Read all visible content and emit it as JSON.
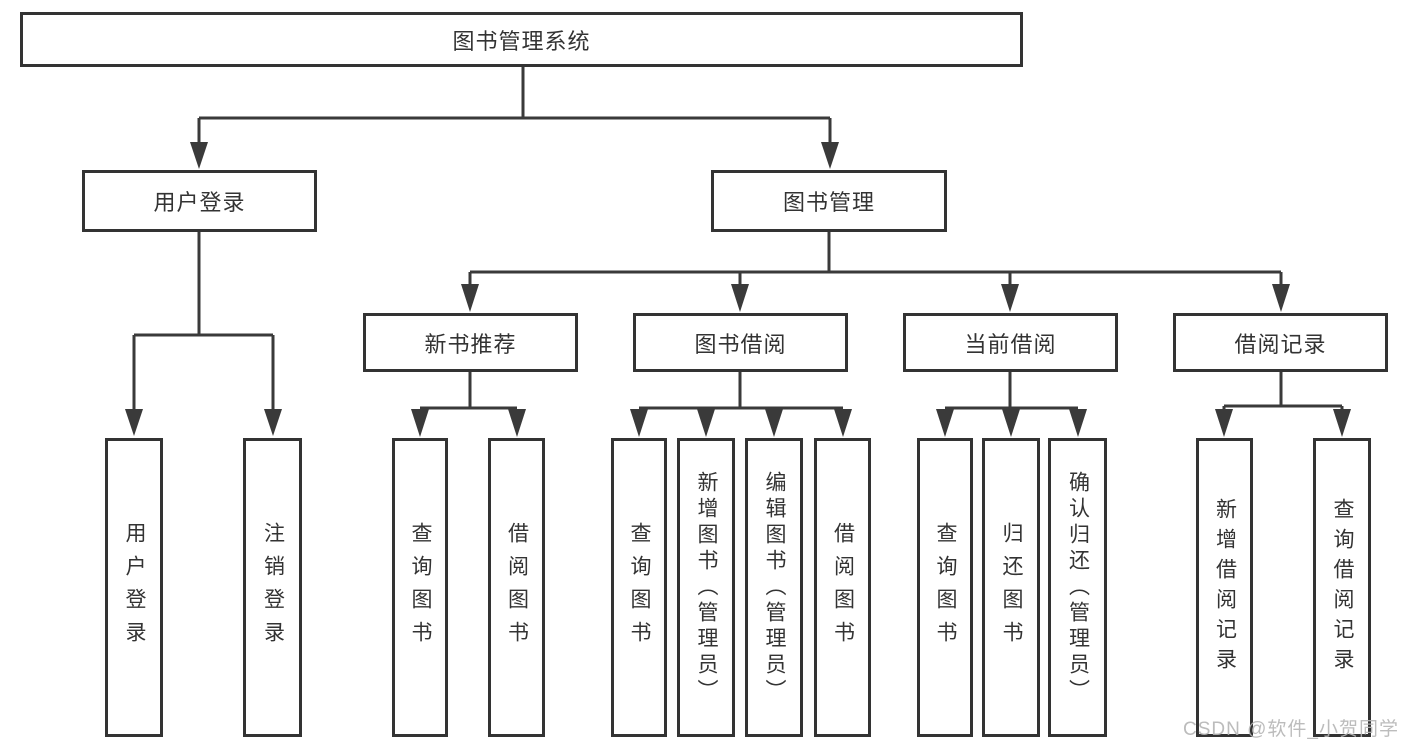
{
  "diagram": {
    "colors": {
      "line": "#3a3a3a",
      "box_border": "#333333",
      "text": "#333333",
      "background": "#ffffff",
      "watermark_text": "#b5b5b5"
    },
    "nodes": {
      "root": {
        "label": "图书管理系统"
      },
      "user_login": {
        "label": "用户登录"
      },
      "book_mgmt": {
        "label": "图书管理"
      },
      "new_book_rec": {
        "label": "新书推荐"
      },
      "book_borrow": {
        "label": "图书借阅"
      },
      "current_borrow": {
        "label": "当前借阅"
      },
      "borrow_records": {
        "label": "借阅记录"
      },
      "leaf_user_login": {
        "label": "用户登录"
      },
      "leaf_logout": {
        "label": "注销登录"
      },
      "leaf_query_book_1": {
        "label": "查询图书"
      },
      "leaf_borrow_book_1": {
        "label": "借阅图书"
      },
      "leaf_query_book_2": {
        "label": "查询图书"
      },
      "leaf_add_book": {
        "label": "新增图书（管理员）"
      },
      "leaf_edit_book": {
        "label": "编辑图书（管理员）"
      },
      "leaf_borrow_book_2": {
        "label": "借阅图书"
      },
      "leaf_query_book_3": {
        "label": "查询图书"
      },
      "leaf_return_book": {
        "label": "归还图书"
      },
      "leaf_confirm_return": {
        "label": "确认归还（管理员）"
      },
      "leaf_add_record": {
        "label": "新增借阅记录"
      },
      "leaf_query_record": {
        "label": "查询借阅记录"
      }
    },
    "watermark": {
      "text": "CSDN @软件_小贺同学"
    }
  }
}
